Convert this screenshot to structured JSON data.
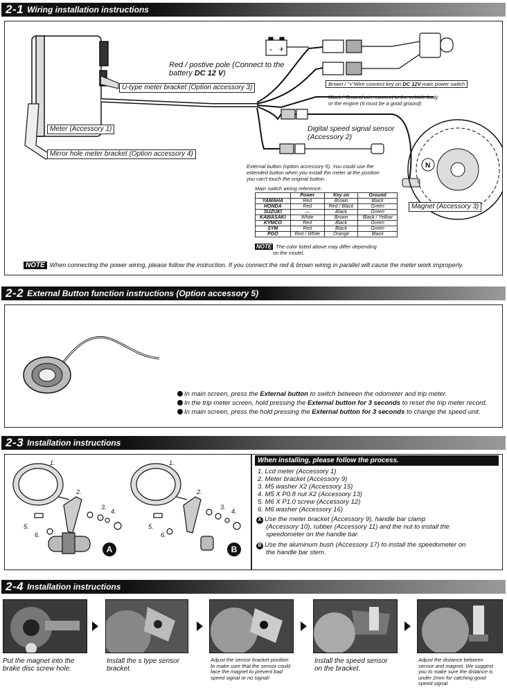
{
  "s1": {
    "num": "2-1",
    "title": "Wiring installation instructions",
    "label_red": "Red / postive pole (Connect to the",
    "label_red2_a": "battery ",
    "label_red2_b": "DC 12 V",
    "label_red2_c": ")",
    "label_brown_a": "Brown / \"+\"Wire connect key on ",
    "label_brown_b": "DC 12V",
    "label_brown_c": " main power switch",
    "label_black1": "Black / Ground wire connect to the vehicle body",
    "label_black2": "or the engine (It must be a good ground)",
    "label_ubracket": "U-type meter bracket (Option accessory 3)",
    "label_meter": "Meter (Accessory 1)",
    "label_digital1": "Digital speed signal sensor",
    "label_digital2": "(Accessory 2)",
    "label_mirror": "Mirror hole meter bracket (Option accessory 4)",
    "label_ext1": "External button (option accessory 5). You could use the",
    "label_ext2": "extended button when you install the meter at the position",
    "label_ext3": "you can't touch the original button.",
    "label_magnet": "Magnet (Accessory 3)",
    "battery_minus": "-",
    "battery_plus": "+",
    "table_caption": "Main switch wiring reference:",
    "table_headers": [
      "",
      "Power",
      "Key on",
      "Ground"
    ],
    "table_rows": [
      [
        "YAMAHA",
        "Red",
        "Brown",
        "Black"
      ],
      [
        "HONDA",
        "Red",
        "Red / Black",
        "Green"
      ],
      [
        "SUZUKI",
        "—",
        "Black",
        "Green"
      ],
      [
        "KAWASAKI",
        "White",
        "Brown",
        "Black / Yellow"
      ],
      [
        "KYMCO",
        "Red",
        "Black",
        "Green"
      ],
      [
        "SYM",
        "Red",
        "Black",
        "Green"
      ],
      [
        "PGO",
        "Red / White",
        "Orange",
        "Black"
      ]
    ],
    "table_note_tag": "NOTE",
    "table_note1": "The color listed above may differ depending",
    "table_note2": "on the model.",
    "note_tag": "NOTE",
    "note_text": "When connecting the power wiring, please follow the instruction. If you connect the red & brown wiring in parallel will cause the meter work improperly."
  },
  "s2": {
    "num": "2-2",
    "title": "External Button function instructions (Option accessory 5)",
    "b1_a": "In main screen, press the ",
    "b1_b": "External button",
    "b1_c": " to switch between the odometer and trip meter.",
    "b2_a": "In the trip meter screen, hold pressing the ",
    "b2_b": "External button for 3 seconds",
    "b2_c": " to reset the trip meter record.",
    "b3_a": "In main screen, press the hold pressing the ",
    "b3_b": "External button for 3 seconds",
    "b3_c": " to change the speed unit."
  },
  "s3": {
    "num": "2-3",
    "title": "Installation instructions",
    "proc_head": "When installing, please follow the process.",
    "items": [
      "1. Lcd meter (Accessory 1)",
      "2. Meter bracket (Accessory 9)",
      "3. M5 washer X2 (Accessory 15)",
      "4. M5 X P0.8 nut X2 (Accessory 13)",
      "5. M6 X P1.0 screw (Accessory 12)",
      "6. M6 washer (Accessory 16)"
    ],
    "a_mark": "A",
    "a_text1": "Use the meter bracket (Accessory 9), handle bar clamp",
    "a_text2": "(Accessory 10), rubber (Accessory 11) and the nut to install the",
    "a_text3": "speedometer on the handle bar.",
    "b_mark": "B",
    "b_text1": "Use the aluminum bush (Accessory 17) to install the speedometer on",
    "b_text2": "the handle bar stem.",
    "callouts_left": [
      "1.",
      "2.",
      "3.",
      "4.",
      "5.",
      "6."
    ],
    "callouts_right": [
      "1.",
      "2.",
      "3.",
      "4.",
      "5.",
      "6."
    ],
    "badge_a": "A",
    "badge_b": "B"
  },
  "s4": {
    "num": "2-4",
    "title": "Installation instructions",
    "cap1_1": "Put the magnet into the",
    "cap1_2": "brake disc screw hole.",
    "cap2_1": "Install the s type sensor",
    "cap2_2": "bracket.",
    "cap3_1": "Adjust the sensor bracket position",
    "cap3_2": "to make sure that the sensor could",
    "cap3_3": "face the magnet to prevent bad",
    "cap3_4": "speed signal or no signal!",
    "cap4_1": "Install the speed sensor",
    "cap4_2": "on the bracket.",
    "cap5_1": "Adjust the distance between",
    "cap5_2": "sensor and magnet. We suggest",
    "cap5_3": "you to make sure the distance is",
    "cap5_4": "under 2mm for catching good",
    "cap5_5": "speed signal."
  }
}
